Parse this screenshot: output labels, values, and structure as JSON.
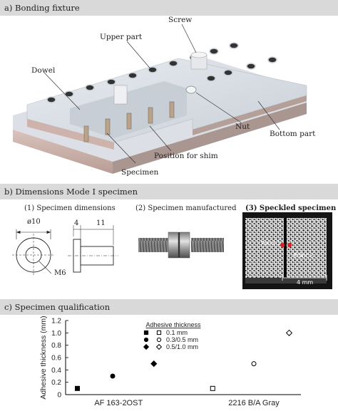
{
  "sections": {
    "a_title": "a) Bonding fixture",
    "b_title": "b) Dimensions Mode I specimen",
    "c_title": "c) Specimen qualification"
  },
  "fixture": {
    "labels": {
      "upper_part": "Upper part",
      "screw": "Screw",
      "dowel": "Dowel",
      "nut": "Nut",
      "bottom_part": "Bottom part",
      "position_for_shim": "Position for shim",
      "specimen": "Specimen"
    }
  },
  "specimen": {
    "sub1": "(1) Specimen dimensions",
    "sub2": "(2) Specimen manufactured",
    "sub3": "(3) Speckled specimen",
    "dim_diameter": "ø10",
    "dim_thread": "M6",
    "dim_4": "4",
    "dim_11": "11",
    "point1": "Point 1",
    "point2": "Point 2",
    "scale": "4 mm",
    "colors": {
      "point_marker": "#e02020"
    }
  },
  "chart_data": {
    "type": "scatter",
    "ylabel": "Adhesive thickness (mm)",
    "xlabel": "",
    "categories": [
      "AF 163-2OST",
      "2216 B/A Gray"
    ],
    "ylim": [
      0,
      1.2
    ],
    "yticks": [
      "0",
      "0.2",
      "0.4",
      "0.6",
      "0.8",
      "1.0",
      "1.2"
    ],
    "grid": false,
    "legend": {
      "title": "Adhesive thickness",
      "placement": "top-center",
      "entries": [
        {
          "label": "0.1 mm",
          "filled_marker": "square",
          "open_marker": "square"
        },
        {
          "label": "0.3/0.5 mm",
          "filled_marker": "circle",
          "open_marker": "circle"
        },
        {
          "label": "0.5/1.0 mm",
          "filled_marker": "diamond",
          "open_marker": "diamond"
        }
      ]
    },
    "series": [
      {
        "category": "AF 163-2OST",
        "x": 0.1,
        "y": 0.1,
        "marker": "square",
        "filled": true
      },
      {
        "category": "AF 163-2OST",
        "x": 0.4,
        "y": 0.3,
        "marker": "circle",
        "filled": true
      },
      {
        "category": "AF 163-2OST",
        "x": 0.75,
        "y": 0.5,
        "marker": "diamond",
        "filled": true
      },
      {
        "category": "2216 B/A Gray",
        "x": 1.25,
        "y": 0.1,
        "marker": "square",
        "filled": false
      },
      {
        "category": "2216 B/A Gray",
        "x": 1.6,
        "y": 0.5,
        "marker": "circle",
        "filled": false
      },
      {
        "category": "2216 B/A Gray",
        "x": 1.9,
        "y": 1.0,
        "marker": "diamond",
        "filled": false
      }
    ],
    "xlim": [
      0,
      2
    ]
  }
}
